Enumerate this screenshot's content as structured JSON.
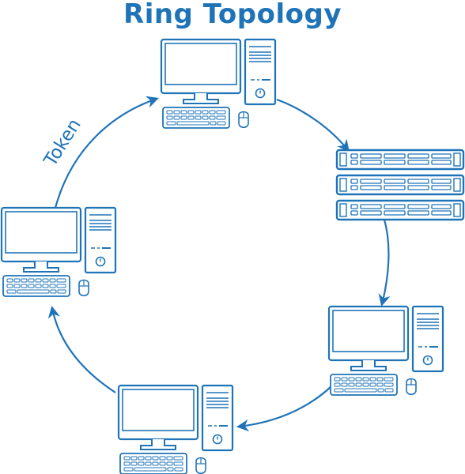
{
  "title": "Ring Topology",
  "token_label": "Token",
  "colors": {
    "accent": "#1f74b8",
    "background": "#ffffff"
  },
  "nodes": [
    {
      "id": "computer-top",
      "kind": "desktop-computer"
    },
    {
      "id": "server-rack-right",
      "kind": "server-rack",
      "units": 3
    },
    {
      "id": "computer-right",
      "kind": "desktop-computer"
    },
    {
      "id": "computer-bottom",
      "kind": "desktop-computer"
    },
    {
      "id": "computer-left",
      "kind": "desktop-computer"
    }
  ],
  "ring_direction": "clockwise"
}
